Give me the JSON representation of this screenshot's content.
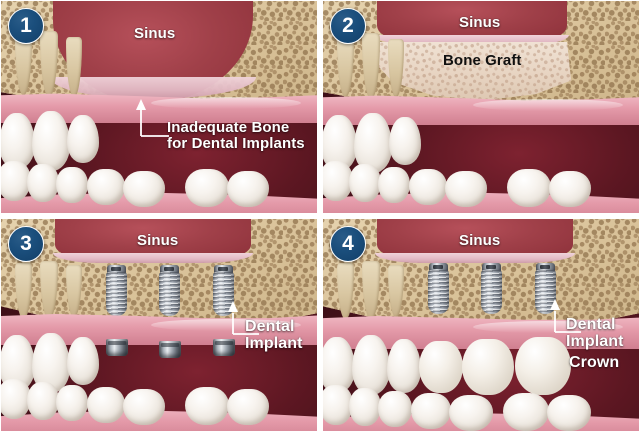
{
  "figure": {
    "title": "Sinus lift and dental implant placement stages",
    "panel_count": 4,
    "colors": {
      "badge_fill": "#174a75",
      "badge_text": "#ffffff",
      "bone": "#ddc6a0",
      "graft": "#e8d6c4",
      "gum": "#e49aa9",
      "sinus": "#a04049",
      "tooth": "#f7f3ee",
      "implant_metal": "#aeb6bf",
      "label_white": "#ffffff",
      "label_black": "#111111",
      "gutter": "#ffffff"
    }
  },
  "panels": [
    {
      "number": "1",
      "name": "inadequate-bone",
      "labels": {
        "sinus": "Sinus",
        "callout": "Inadequate Bone\nfor Dental Implants"
      }
    },
    {
      "number": "2",
      "name": "bone-graft",
      "labels": {
        "sinus": "Sinus",
        "graft": "Bone Graft"
      }
    },
    {
      "number": "3",
      "name": "implant-placement",
      "labels": {
        "sinus": "Sinus",
        "callout": "Dental\nImplant"
      }
    },
    {
      "number": "4",
      "name": "crowns-restored",
      "labels": {
        "sinus": "Sinus",
        "callout": "Dental\nImplant",
        "crown": "Crown"
      }
    }
  ]
}
